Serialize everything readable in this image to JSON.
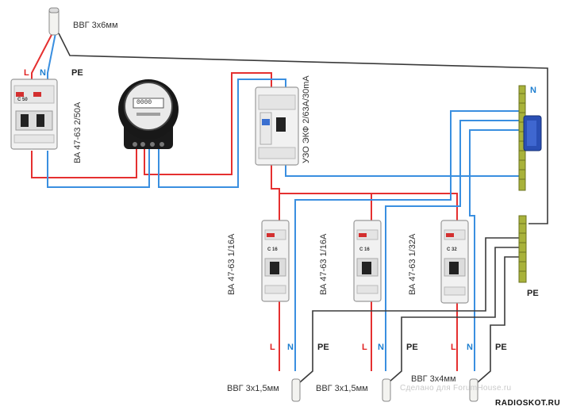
{
  "labels": {
    "input_cable": "ВВГ 3х6мм",
    "main_breaker": "ВА 47-63 2/50А",
    "rcd": "УЗО ЭКФ 2/63А/30mA",
    "breaker1": "ВА 47-63 1/16А",
    "breaker2": "ВА 47-63 1/16А",
    "breaker3": "ВА 47-63 1/32А",
    "cable1": "ВВГ 3х1,5мм",
    "cable2": "ВВГ 3х1,5мм",
    "cable3": "ВВГ 3х4мм",
    "L": "L",
    "N": "N",
    "PE": "PE",
    "breaker_rating_main": "C 50",
    "breaker_rating_1": "C 16",
    "breaker_rating_2": "C 16",
    "breaker_rating_3": "C 32",
    "meter_display": "0000",
    "watermark": "Сделано для ForumHouse.ru",
    "site": "RADIOSKOT.RU"
  },
  "colors": {
    "phase": "#e53030",
    "neutral": "#3a8fe0",
    "earth": "#3a3a3a",
    "busbar": "#a8b23a",
    "device": "#eeeeee"
  }
}
